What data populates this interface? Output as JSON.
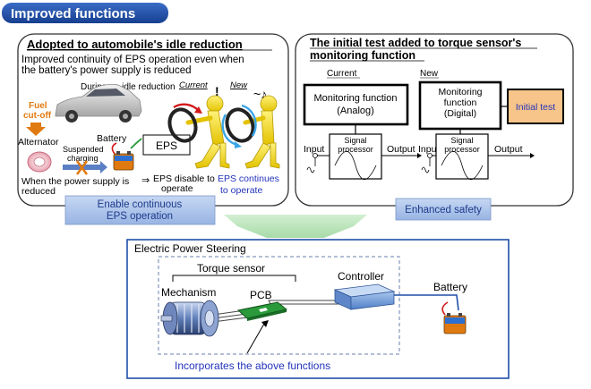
{
  "header": {
    "title": "Improved functions",
    "color": "#1f4fa8"
  },
  "idle_panel": {
    "title": "Adopted to automobile's idle reduction",
    "subtitle_line1": "Improved continuity of EPS operation even when",
    "subtitle_line2": "the battery's power supply is reduced",
    "during": "During an idle reduction",
    "fuel_line1": "Fuel",
    "fuel_line2": "cut-off",
    "alternator": "Alternator",
    "suspended_line1": "Suspended",
    "suspended_line2": "charging",
    "battery": "Battery",
    "eps_box": "EPS",
    "current": "Current",
    "current_mark": "!",
    "new": "New",
    "new_mark": "~♪",
    "power_reduced_line1": "When the power supply is",
    "power_reduced_line2": "reduced",
    "arrow_glyph": "⇒",
    "eps_disable_line1": "EPS disable to",
    "eps_disable_line2": "operate",
    "eps_continues_line1": "EPS continues",
    "eps_continues_line2": "to operate",
    "callout_line1": "Enable continuous",
    "callout_line2": "EPS operation"
  },
  "test_panel": {
    "title_line1": "The initial test added to torque sensor's",
    "title_line2": "monitoring function",
    "current": "Current",
    "new": "New",
    "mon_analog_line1": "Monitoring function",
    "mon_analog_line2": "(Analog)",
    "mon_digital_line1": "Monitoring",
    "mon_digital_line2": "function",
    "mon_digital_line3": "(Digital)",
    "initial_test": "Initial test",
    "input": "Input",
    "output": "Output",
    "signal_line1": "Signal",
    "signal_line2": "processor",
    "callout": "Enhanced safety"
  },
  "eps_system": {
    "title": "Electric Power Steering",
    "torque_sensor": "Torque sensor",
    "mechanism": "Mechanism",
    "pcb": "PCB",
    "controller": "Controller",
    "battery": "Battery",
    "incorporates": "Incorporates the above functions"
  },
  "colors": {
    "accent_blue": "#1f4fa8",
    "callout_fill": "#a9c2ea",
    "orange": "#e07a10",
    "text_blue": "#2233bb",
    "pcb_green": "#2a9a3a",
    "initial_test_fill": "#f7c489"
  }
}
